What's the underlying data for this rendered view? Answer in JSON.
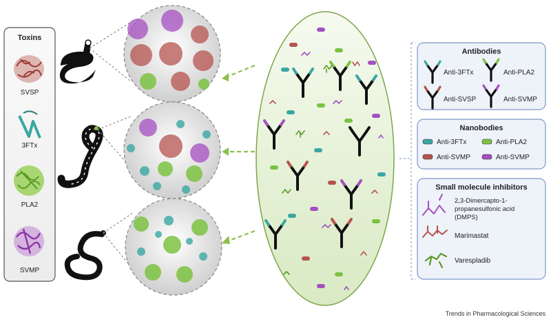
{
  "toxins_panel": {
    "title": "Toxins",
    "items": [
      "SVSP",
      "3FTx",
      "PLA2",
      "SVMP"
    ]
  },
  "antibodies_panel": {
    "title": "Antibodies",
    "items": [
      "Anti-3FTx",
      "Anti-PLA2",
      "Anti-SVSP",
      "Anti-SVMP"
    ]
  },
  "nanobodies_panel": {
    "title": "Nanobodies",
    "items": [
      "Anti-3FTx",
      "Anti-PLA2",
      "Anti-SVMP",
      "Anti-SVMP"
    ]
  },
  "small_molecule_panel": {
    "title": "Small molecule inhibitors",
    "dmps_line1": "2,3-Dimercapto-1-",
    "dmps_line2": "propanesulfonic acid",
    "dmps_line3": "(DMPS)",
    "marimastat": "Marimastat",
    "varespladib": "Varespladib"
  },
  "credit": "Trends in Pharmacological Sciences",
  "colors": {
    "svsp": "#b5534d",
    "ftx": "#3aa7a3",
    "pla2": "#7cc242",
    "svmp": "#a64fc0",
    "panel_border": "#7d98c9",
    "panel_fill": "#eef2f9",
    "ellipse_fill": "#e6f1d8",
    "ellipse_stroke": "#7aa64a",
    "arrow": "#8cc14e"
  }
}
